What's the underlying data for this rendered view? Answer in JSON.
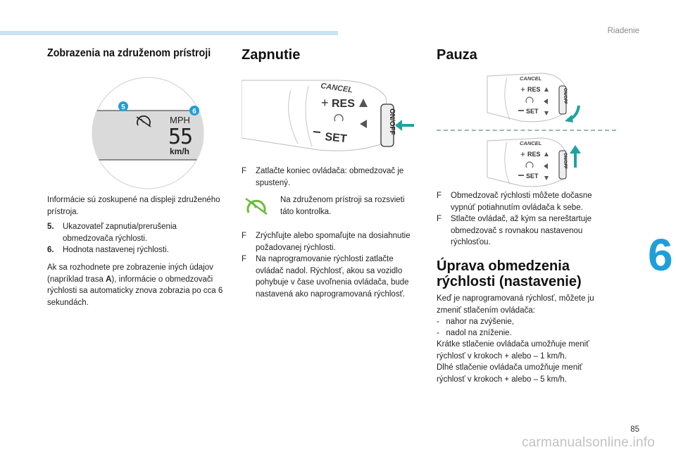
{
  "header": {
    "section": "Riadenie"
  },
  "chapter": {
    "number": "6"
  },
  "footer": {
    "page": "85",
    "watermark": "carmanualsonline.info"
  },
  "col1": {
    "title": "Zobrazenia na združenom prístroji",
    "figure": {
      "markers": [
        "5",
        "6"
      ],
      "unit_top": "MPH",
      "speed": "55",
      "unit_bottom": "km/h"
    },
    "intro": "Informácie sú zoskupené na displeji združeného prístroja.",
    "items": [
      {
        "num": "5.",
        "text": "Ukazovateľ zapnutia/prerušenia obmedzovača rýchlosti."
      },
      {
        "num": "6.",
        "text": "Hodnota nastavenej rýchlosti."
      }
    ],
    "note_part1": "Ak sa rozhodnete pre zobrazenie iných údajov (napríklad trasa ",
    "note_bold": "A",
    "note_part2": "), informácie o obmedzovači rýchlosti sa automaticky znova zobrazia po cca 6 sekundách."
  },
  "col2": {
    "title": "Zapnutie",
    "figure": {
      "cancel": "CANCEL",
      "res": "RES",
      "set": "SET",
      "onoff": "ON/OFF"
    },
    "bullet1": "Zatlačte koniec ovládača: obmedzovač je spustený.",
    "lamp_text": "Na združenom prístroji sa rozsvieti táto kontrolka.",
    "bullet2": "Zrýchľujte alebo spomaľujte na dosiahnutie požadovanej rýchlosti.",
    "bullet3": "Na naprogramovanie rýchlosti zatlačte ovládač nadol. Rýchlosť, akou sa vozidlo pohybuje v čase uvoľnenia ovládača, bude nastavená ako naprogramovaná rýchlosť."
  },
  "col3": {
    "title": "Pauza",
    "figure": {
      "cancel": "CANCEL",
      "res": "RES",
      "set": "SET",
      "onoff": "ON/OFF"
    },
    "bullet1": "Obmedzovač rýchlosti môžete dočasne vypnúť potiahnutím ovládača k sebe.",
    "bullet2": "Stlačte ovládač, až kým sa nereštartuje obmedzovač s rovnakou nastavenou rýchlosťou.",
    "title2": "Úprava obmedzenia rýchlosti (nastavenie)",
    "lines": [
      "Keď je naprogramovaná rýchlosť, môžete ju zmeniť stlačením ovládača:",
      "-   nahor na zvýšenie,",
      "-   nadol na zníženie.",
      "Krátke stlačenie ovládača umožňuje meniť rýchlosť v krokoch + alebo – 1 km/h.",
      "Dlhé stlačenie ovládača umožňuje meniť rýchlosť v krokoch + alebo – 5 km/h."
    ]
  },
  "bullet_mark": "F",
  "colors": {
    "accent": "#1e9fd8",
    "lamp_green": "#6dbb3a",
    "arrow_teal": "#1fa3a0"
  }
}
